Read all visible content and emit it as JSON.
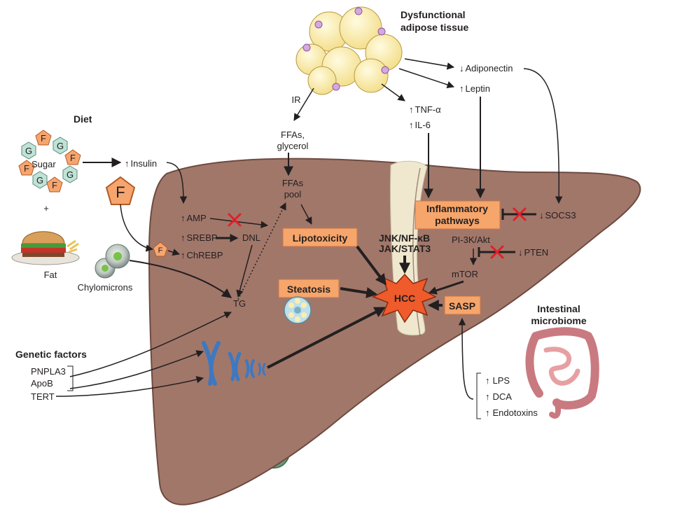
{
  "headings": {
    "adipose_line1": "Dysfunctional",
    "adipose_line2": "adipose tissue",
    "diet": "Diet",
    "genetic": "Genetic factors",
    "microbiome_line1": "Intestinal",
    "microbiome_line2": "microbiome"
  },
  "diet": {
    "sugar": "Sugar",
    "plus": "+",
    "fat": "Fat",
    "chylomicrons": "Chylomicrons",
    "glucose_letter": "G",
    "fructose_letter": "F"
  },
  "adipose": {
    "ir": "IR",
    "ffas_line1": "FFAs,",
    "ffas_line2": "glycerol",
    "adiponectin": "Adiponectin",
    "leptin": "Leptin",
    "tnf": "TNF-α",
    "il6": "IL-6"
  },
  "liver": {
    "insulin": "Insulin",
    "ffa_pool_line1": "FFAs",
    "ffa_pool_line2": "pool",
    "amp": "AMP",
    "srebp": "SREBP",
    "chrebp": "ChREBP",
    "dnl": "DNL",
    "tg": "TG",
    "jnk": "JNK/NF-κB",
    "jak": "JAK/STAT3",
    "pi3k": "PI-3K/Akt",
    "mtor": "mTOR",
    "pten": "PTEN",
    "socs3": "SOCS3"
  },
  "boxes": {
    "lipotoxicity": "Lipotoxicity",
    "steatosis": "Steatosis",
    "hcc": "HCC",
    "sasp": "SASP",
    "inflammatory_line1": "Inflammatory",
    "inflammatory_line2": "pathways"
  },
  "genetic": {
    "pnpla3": "PNPLA3",
    "apob": "ApoB",
    "tert": "TERT"
  },
  "microbiome": {
    "lps": "LPS",
    "dca": "DCA",
    "endotoxins": "Endotoxins"
  },
  "arrows": {
    "up": "↑",
    "down": "↓"
  },
  "colors": {
    "liver": "#a1776a",
    "liver_edge": "#6e4a40",
    "gallbladder": "#6a9a78",
    "ligament": "#efe8cf",
    "box_fill": "#f6a56b",
    "hcc_fill": "#ef5b2a",
    "fructose": "#f7a56f",
    "glucose": "#bfe3d6",
    "fat_cell": "#fbeeb0",
    "inhibit_x": "#e0202a",
    "chromosome": "#6ea0d8",
    "intestine": "#e7a0a2"
  }
}
